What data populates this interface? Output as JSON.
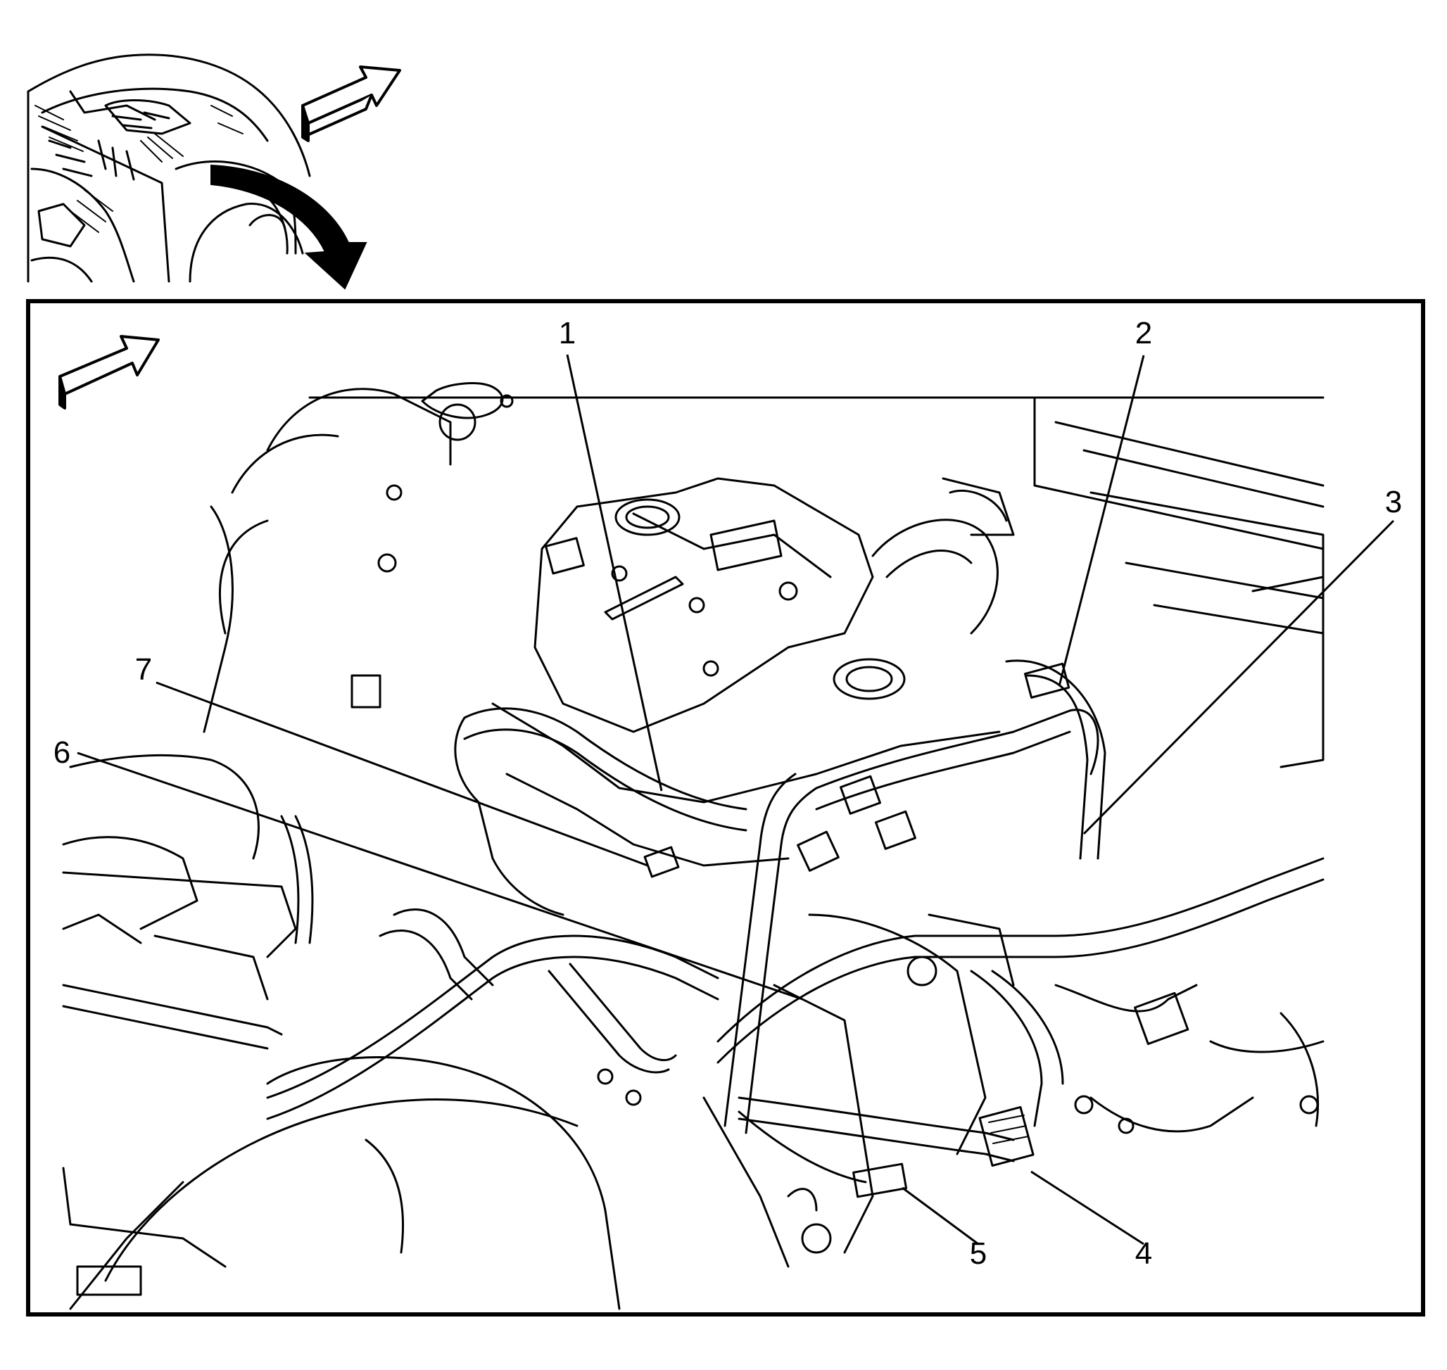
{
  "figure": {
    "kind": "service-manual exploded engine compartment illustration",
    "line_color": "#000000",
    "background_color": "#ffffff"
  },
  "inset": {
    "icons": [
      "vehicle-front-overview-icon",
      "forward-direction-arrow-icon",
      "zoom-in-curved-arrow-icon"
    ]
  },
  "main_view": {
    "icons": [
      "forward-direction-arrow-icon",
      "engine-assembly-linework-icon",
      "wiring-harness-linework-icon"
    ]
  },
  "callouts": [
    {
      "id": "1",
      "text": "1"
    },
    {
      "id": "2",
      "text": "2"
    },
    {
      "id": "3",
      "text": "3"
    },
    {
      "id": "4",
      "text": "4"
    },
    {
      "id": "5",
      "text": "5"
    },
    {
      "id": "6",
      "text": "6"
    },
    {
      "id": "7",
      "text": "7"
    }
  ]
}
